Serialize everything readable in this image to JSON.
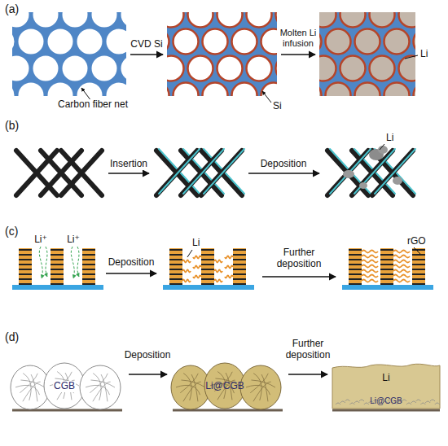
{
  "diagram": {
    "labels": [
      "(a)",
      "CVD Si",
      "Molten Li infusion",
      "Carbon fiber net",
      "Si",
      "Li",
      "(b)",
      "Insertion",
      "Deposition",
      "Li",
      "(c)",
      "Li⁺",
      "Li⁺",
      "Deposition",
      "Li",
      "Further deposition",
      "rGO",
      "(d)",
      "CGB",
      "Deposition",
      "Li@CGB",
      "Further deposition",
      "Li",
      "Li@CGB"
    ]
  }
}
